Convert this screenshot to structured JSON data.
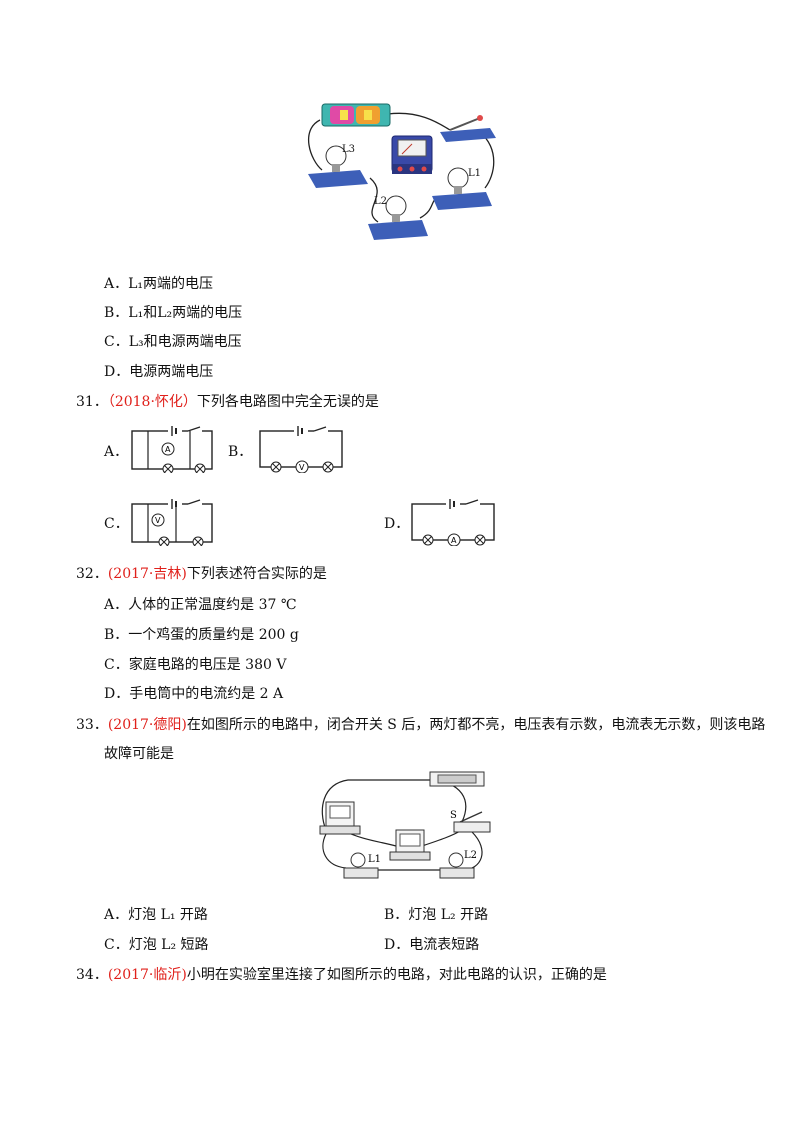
{
  "fig_top": {
    "lamp_labels": [
      "L3",
      "L1",
      "L2"
    ]
  },
  "q30": {
    "options": [
      {
        "letter": "A．",
        "text": "L₁两端的电压"
      },
      {
        "letter": "B．",
        "text": "L₁和L₂两端的电压"
      },
      {
        "letter": "C．",
        "text": "L₃和电源两端电压"
      },
      {
        "letter": "D．",
        "text": "电源两端电压"
      }
    ]
  },
  "q31": {
    "number": "31．",
    "source": "（2018·怀化）",
    "stem": "下列各电路图中完全无误的是",
    "option_letters": [
      "A．",
      "B．",
      "C．",
      "D．"
    ],
    "meter_a": "A",
    "meter_v": "V"
  },
  "q32": {
    "number": "32．",
    "source": "(2017·吉林)",
    "stem": "下列表述符合实际的是",
    "options": [
      {
        "letter": "A．",
        "text": "人体的正常温度约是 37 ℃"
      },
      {
        "letter": "B．",
        "text": "一个鸡蛋的质量约是 200 g"
      },
      {
        "letter": "C．",
        "text": "家庭电路的电压是 380 V"
      },
      {
        "letter": "D．",
        "text": "手电筒中的电流约是 2 A"
      }
    ]
  },
  "q33": {
    "number": "33．",
    "source": "(2017·德阳)",
    "stem_line1": "在如图所示的电路中，闭合开关 S 后，两灯都不亮，电压表有示数，电流表无示数，则该电路",
    "stem_line2": "故障可能是",
    "fig_labels": {
      "switch": "S",
      "lamp1": "L1",
      "lamp2": "L2"
    },
    "options": [
      {
        "letter": "A．",
        "text": "灯泡 L₁ 开路"
      },
      {
        "letter": "B．",
        "text": "灯泡 L₂ 开路"
      },
      {
        "letter": "C．",
        "text": "灯泡 L₂ 短路"
      },
      {
        "letter": "D．",
        "text": "电流表短路"
      }
    ]
  },
  "q34": {
    "number": "34．",
    "source": "(2017·临沂)",
    "stem": "小明在实验室里连接了如图所示的电路，对此电路的认识，正确的是"
  }
}
